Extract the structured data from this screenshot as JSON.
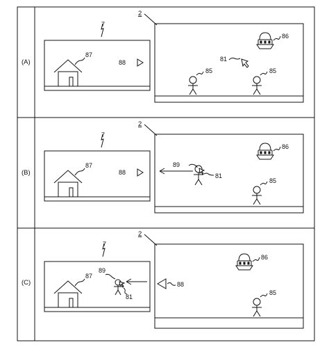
{
  "panels": [
    {
      "label": "(A)",
      "ref_small_screen": "7",
      "ref_large_screen": "2",
      "ref_house": "87",
      "ref_marker_left": "88",
      "ref_cursor": "81",
      "ref_person_left": "85",
      "ref_person_right": "85",
      "ref_ufo": "86"
    },
    {
      "label": "(B)",
      "ref_small_screen": "7",
      "ref_large_screen": "2",
      "ref_house": "87",
      "ref_marker_left": "88",
      "ref_grabbed_item": "89",
      "ref_cursor": "81",
      "ref_person_right": "85",
      "ref_ufo": "86"
    },
    {
      "label": "(C)",
      "ref_small_screen": "7",
      "ref_large_screen": "2",
      "ref_house": "87",
      "ref_grabbed_item": "89",
      "ref_cursor": "81",
      "ref_marker_large": "88",
      "ref_person_right": "85",
      "ref_ufo": "86"
    }
  ]
}
